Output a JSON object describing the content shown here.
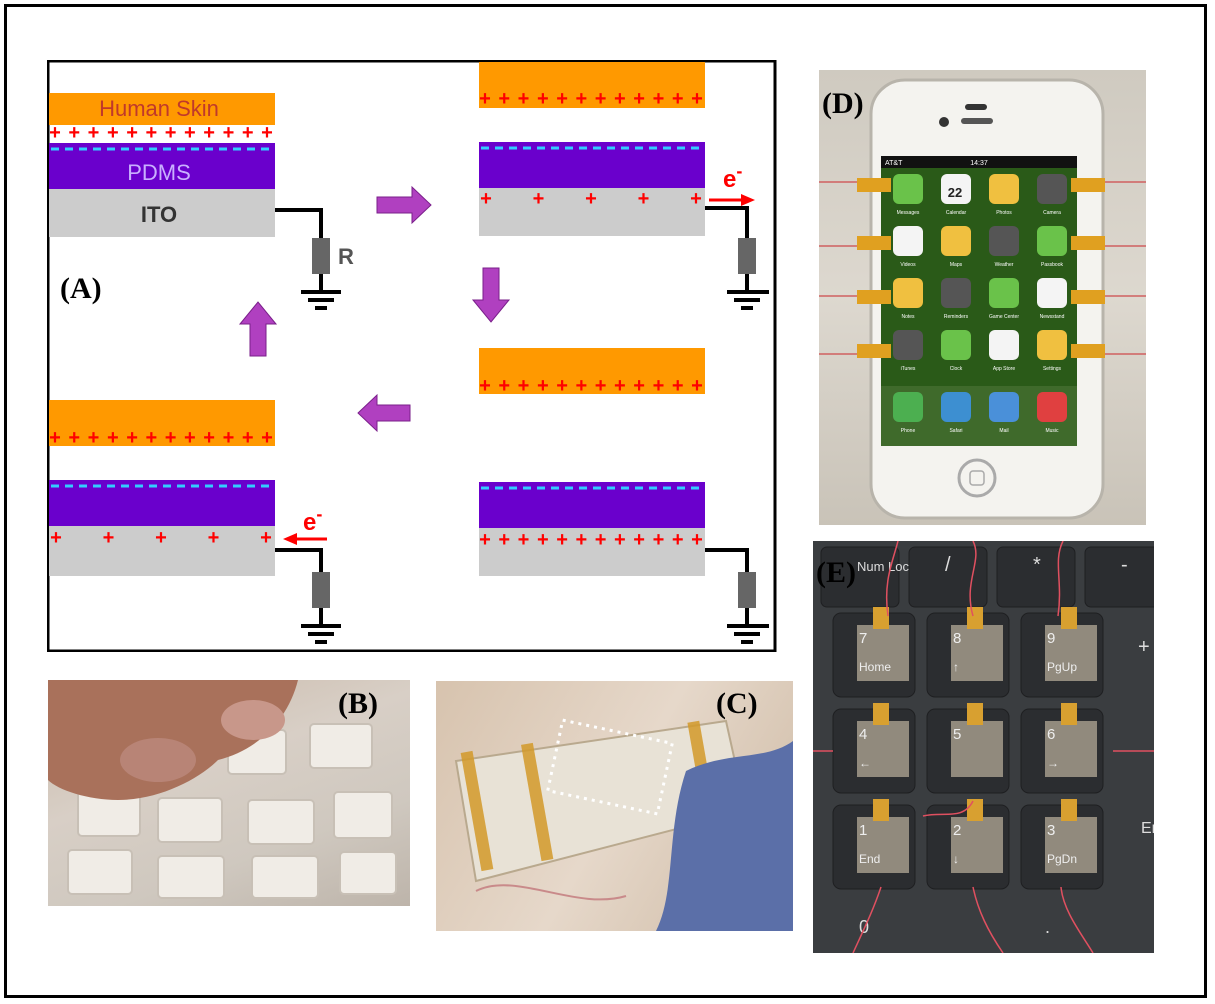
{
  "panels": {
    "A": {
      "label": "(A)"
    },
    "B": {
      "label": "(B)"
    },
    "C": {
      "label": "(C)"
    },
    "D": {
      "label": "(D)"
    },
    "E": {
      "label": "(E)"
    }
  },
  "schematic": {
    "skin_label": "Human Skin",
    "pdms_label": "PDMS",
    "ito_label": "ITO",
    "resistor_label": "R",
    "electron_label": "e",
    "electron_superscript": "-",
    "plus_row": "++++++++++++",
    "sparse_plus": "+    +    +    +    +",
    "colors": {
      "skin": "#ff9900",
      "pdms": "#6a00cc",
      "ito": "#cccccc",
      "charge": "#ff0000",
      "negative_dash": "#33ccff",
      "arrow": "#b040c0"
    }
  },
  "phone_apps": [
    [
      "Messages",
      "Calendar",
      "Photos",
      "Camera"
    ],
    [
      "Videos",
      "Maps",
      "Weather",
      "Passbook"
    ],
    [
      "Notes",
      "Reminders",
      "Game Center",
      "Newsstand"
    ],
    [
      "iTunes",
      "Clock",
      "App Store",
      "Settings"
    ]
  ],
  "phone_dock": [
    "Phone",
    "Safari",
    "Mail",
    "Music"
  ],
  "phone_status": {
    "carrier": "AT&T",
    "time": "14:37",
    "calendar_day": "22"
  },
  "keypad": {
    "top_keys": [
      "Num Lock",
      "/",
      "*",
      "-"
    ],
    "rows": [
      [
        {
          "num": "7",
          "sub": "Home"
        },
        {
          "num": "8",
          "sub": "↑"
        },
        {
          "num": "9",
          "sub": "PgUp"
        }
      ],
      [
        {
          "num": "4",
          "sub": "←"
        },
        {
          "num": "5",
          "sub": ""
        },
        {
          "num": "6",
          "sub": "→"
        }
      ],
      [
        {
          "num": "1",
          "sub": "End"
        },
        {
          "num": "2",
          "sub": "↓"
        },
        {
          "num": "3",
          "sub": "PgDn"
        }
      ]
    ],
    "plus_key": "+",
    "enter_key": "Er",
    "zero_key": "0",
    "dot_key": "."
  }
}
